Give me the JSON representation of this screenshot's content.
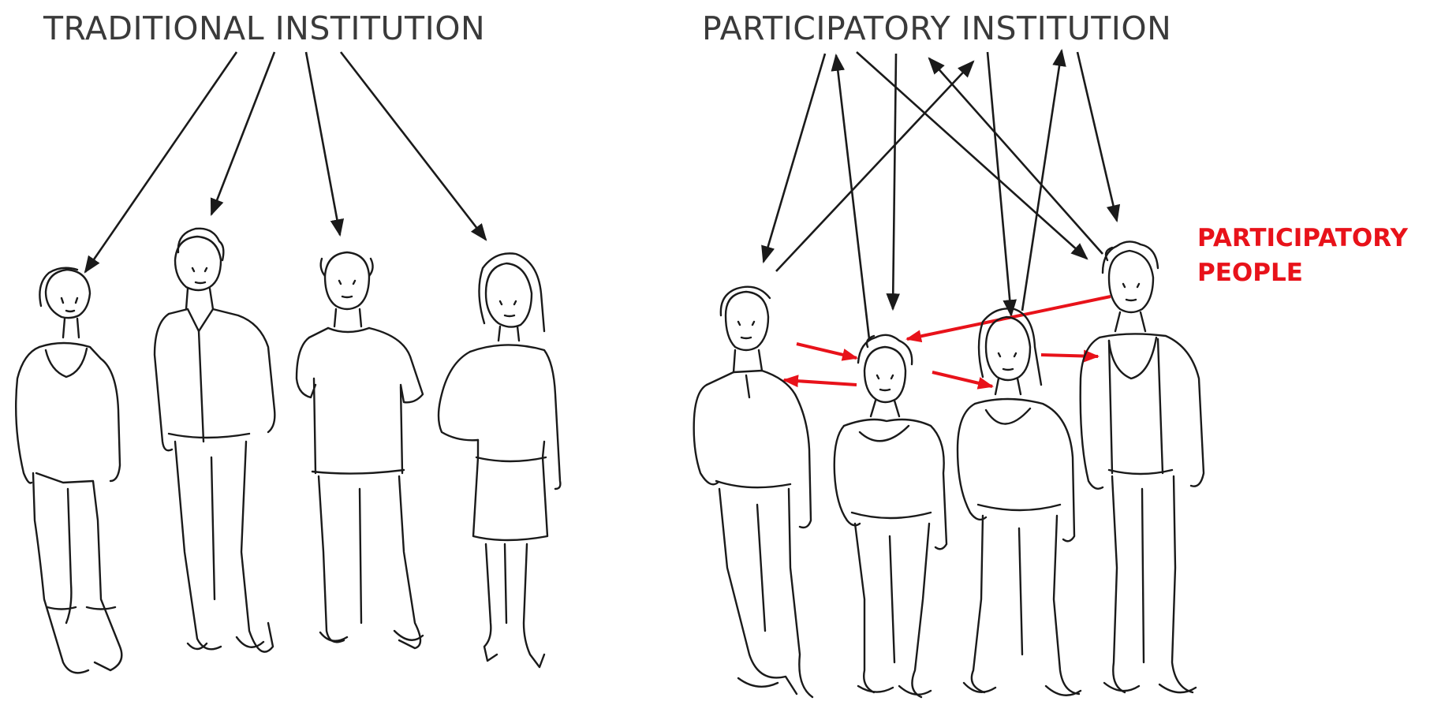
{
  "diagram": {
    "left_title": "TRADITIONAL INSTITUTION",
    "right_title": "PARTICIPATORY INSTITUTION",
    "annotation_line1": "PARTICIPATORY",
    "annotation_line2": "PEOPLE",
    "colors": {
      "ink": "#1a1a1a",
      "title_ink": "#3a3a3a",
      "accent_red": "#e8121a",
      "background": "#ffffff"
    }
  }
}
